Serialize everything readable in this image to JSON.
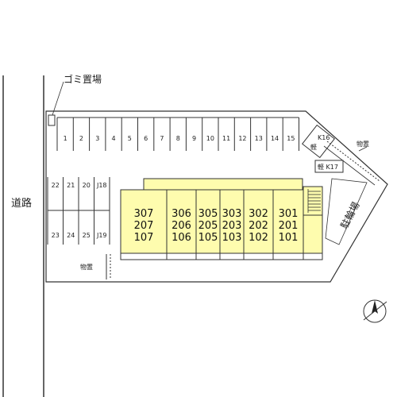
{
  "labels": {
    "road": "道路",
    "garbage": "ゴミ置場",
    "storage_top": "物置",
    "storage_bottom": "物置",
    "bicycle": "駐輪場",
    "kei_k16_number": "K16",
    "kei_k16_mark": "軽",
    "kei_k17": "軽 K17"
  },
  "parking_top": [
    "1",
    "2",
    "3",
    "4",
    "5",
    "6",
    "7",
    "8",
    "9",
    "10",
    "11",
    "12",
    "13",
    "14",
    "15"
  ],
  "parking_left_upper": [
    "22",
    "21",
    "20",
    "J18"
  ],
  "parking_left_lower": [
    "23",
    "24",
    "25",
    "J19"
  ],
  "units": [
    {
      "top": "307",
      "mid": "207",
      "bot": "107"
    },
    {
      "top": "306",
      "mid": "206",
      "bot": "106"
    },
    {
      "top": "305",
      "mid": "205",
      "bot": "105"
    },
    {
      "top": "303",
      "mid": "203",
      "bot": "103"
    },
    {
      "top": "302",
      "mid": "202",
      "bot": "102"
    },
    {
      "top": "301",
      "mid": "201",
      "bot": "101"
    }
  ],
  "colors": {
    "building": "#fefcae",
    "line": "#333333"
  },
  "icons": {
    "compass": "north-arrow-icon"
  }
}
